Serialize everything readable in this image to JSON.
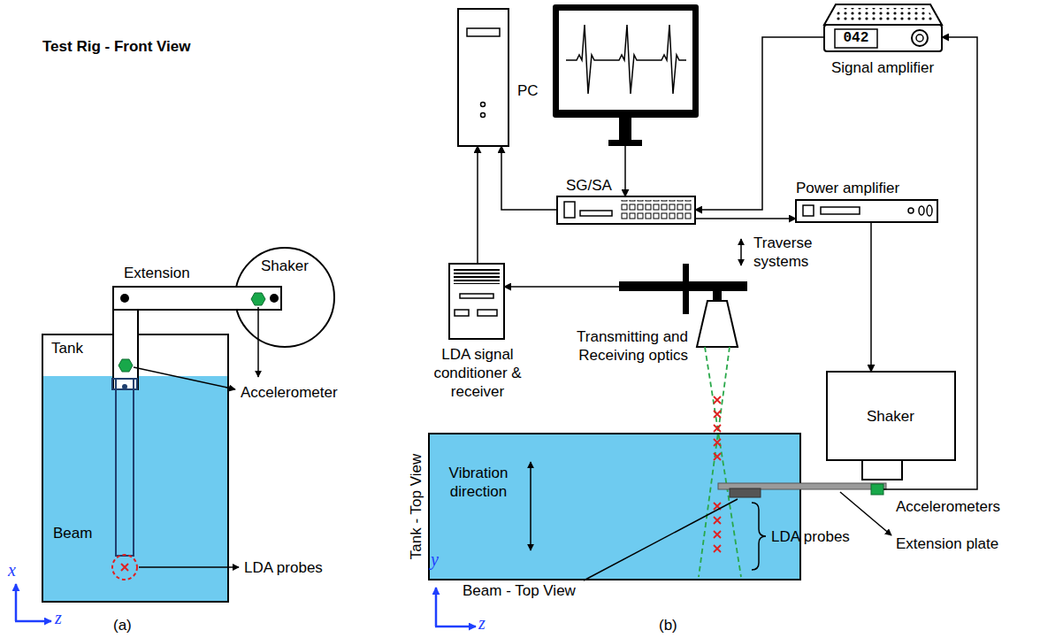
{
  "diagram": {
    "nodes": [
      {
        "text": [
          "Tank"
        ]
      },
      {
        "text": [
          "Beam"
        ],
        "in": 0
      },
      {
        "text": [
          "Extension"
        ]
      },
      {
        "text": [
          "Shaker"
        ]
      },
      {
        "text": [
          "PC"
        ]
      },
      {
        "text": [
          "042",
          "Signal amplifier"
        ]
      },
      {
        "text": [
          "SG/SA"
        ]
      },
      {
        "text": [
          "Power amplifier"
        ]
      },
      {
        "text": [
          "Traverse systems"
        ]
      },
      {
        "text": [
          "Transmitting and Receiving optics"
        ]
      },
      {
        "text": [
          "LDA signal conditioner & receiver"
        ]
      },
      {
        "text": [
          "Tank - Top View"
        ]
      },
      {
        "text": [
          "Beam - Top View"
        ],
        "in": 11
      },
      {
        "text": [
          "Shaker"
        ]
      },
      {
        "text": [
          "Accelerometers"
        ]
      }
    ],
    "edges": [
      {
        "from": 4,
        "to": 6,
        "arrow": "to"
      },
      {
        "from": 6,
        "to": 4,
        "arrow": "to"
      },
      {
        "from": 10,
        "to": 4,
        "arrow": "to"
      },
      {
        "from": 8,
        "to": 10,
        "arrow": "to"
      },
      {
        "from": 5,
        "to": 6,
        "arrow": "to"
      },
      {
        "from": 14,
        "to": 5,
        "arrow": "to"
      },
      {
        "from": 6,
        "to": 7,
        "arrow": "to"
      },
      {
        "from": 7,
        "to": 13,
        "arrow": "to"
      }
    ],
    "labels": [
      "Test Rig - Front View",
      "Accelerometer",
      "LDA probes",
      "x",
      "z",
      "(a)",
      "Vibration direction",
      "Extension plate",
      "LDA probes",
      "y",
      "z",
      "(b)"
    ]
  }
}
